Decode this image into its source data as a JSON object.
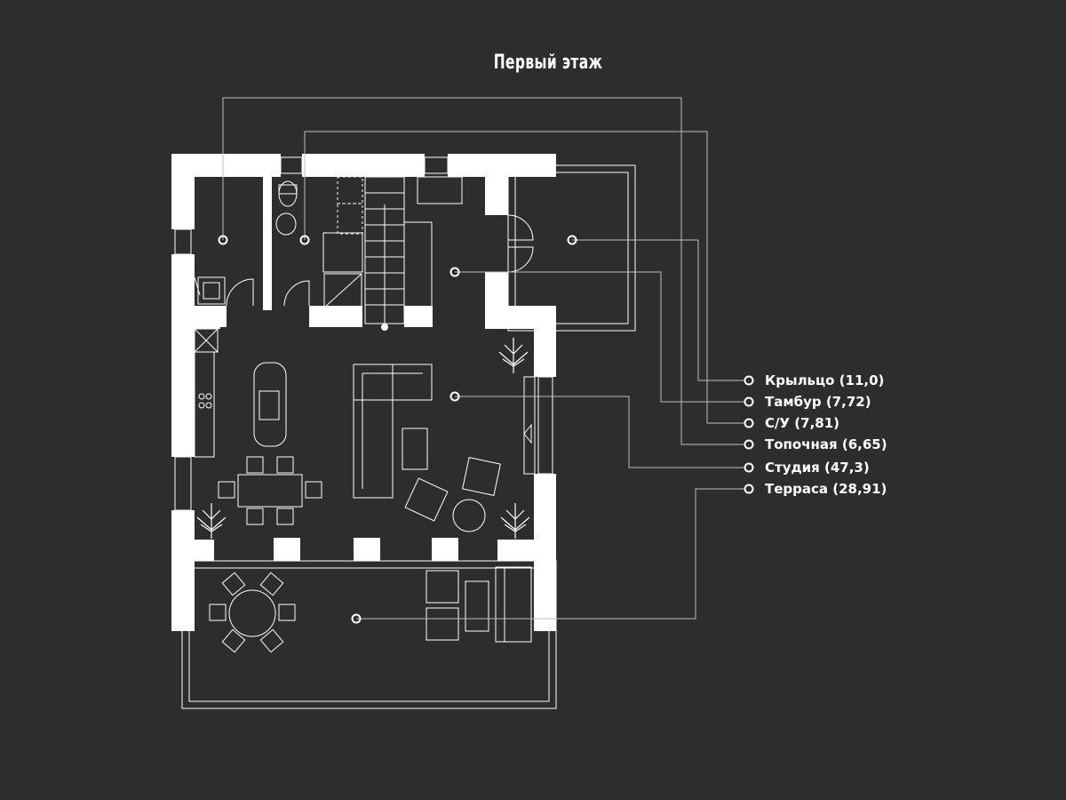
{
  "plan": {
    "title": "Первый этаж",
    "colors": {
      "background": "#2d2d2d",
      "wall": "#ffffff",
      "line": "#ffffff",
      "leader": "#bdbdbd"
    },
    "rooms": [
      {
        "id": "porch",
        "label": "Крыльцо (11,0)"
      },
      {
        "id": "vestibule",
        "label": "Тамбур (7,72)"
      },
      {
        "id": "bathroom",
        "label": "С/У (7,81)"
      },
      {
        "id": "boiler",
        "label": "Топочная (6,65)"
      },
      {
        "id": "studio",
        "label": "Студия (47,3)"
      },
      {
        "id": "terrace",
        "label": "Терраса (28,91)"
      }
    ]
  }
}
